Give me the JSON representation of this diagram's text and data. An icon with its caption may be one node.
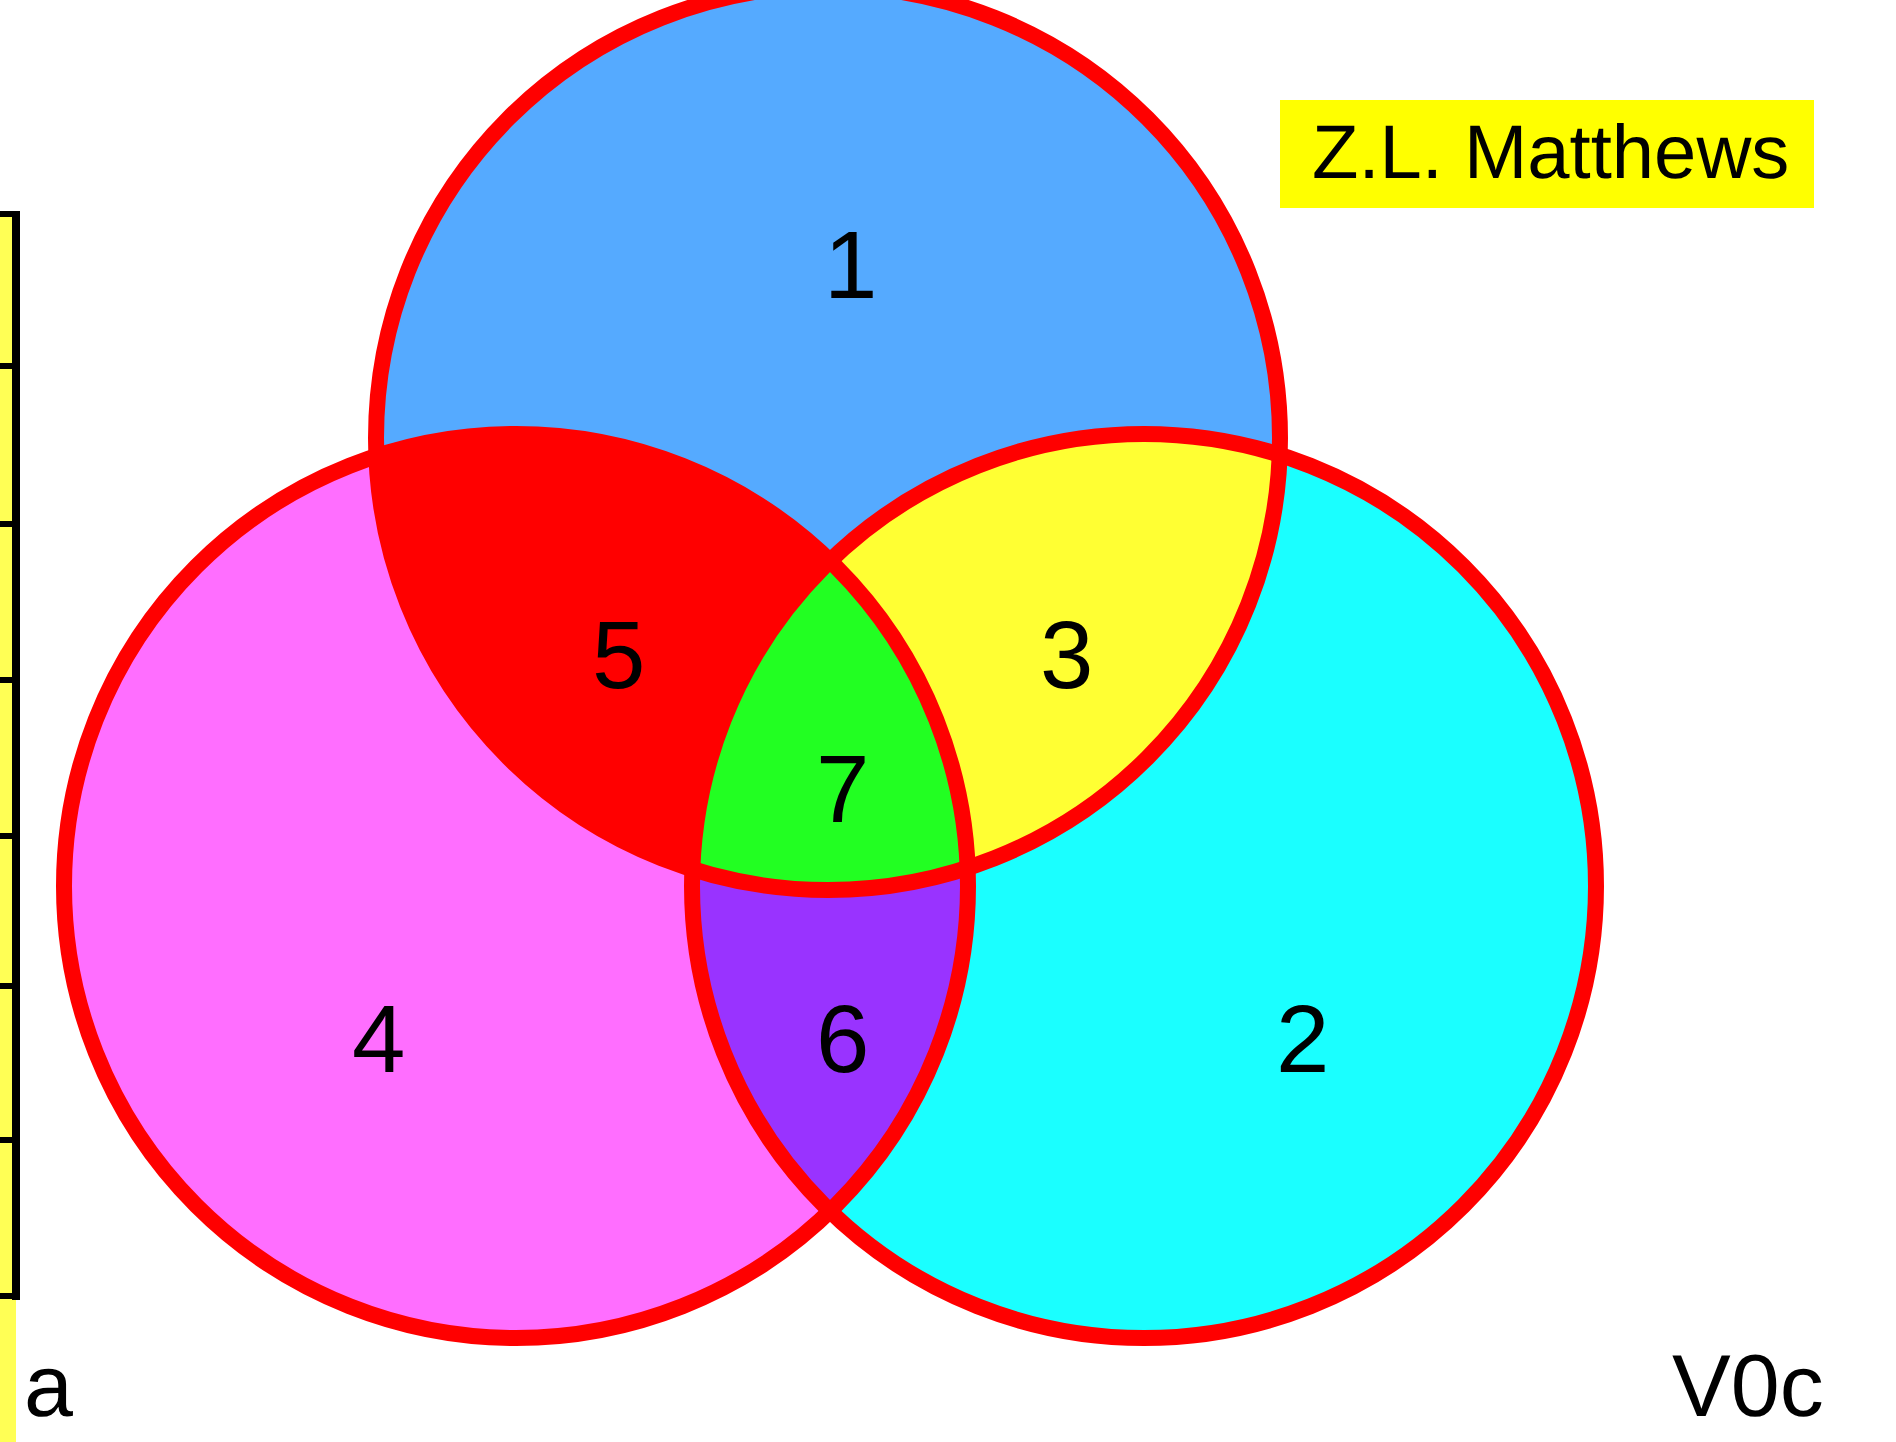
{
  "diagram": {
    "labels": [
      "Z.L. Matthews",
      "1",
      "5",
      "3",
      "7",
      "4",
      "6",
      "2",
      "a",
      "V0c"
    ]
  }
}
